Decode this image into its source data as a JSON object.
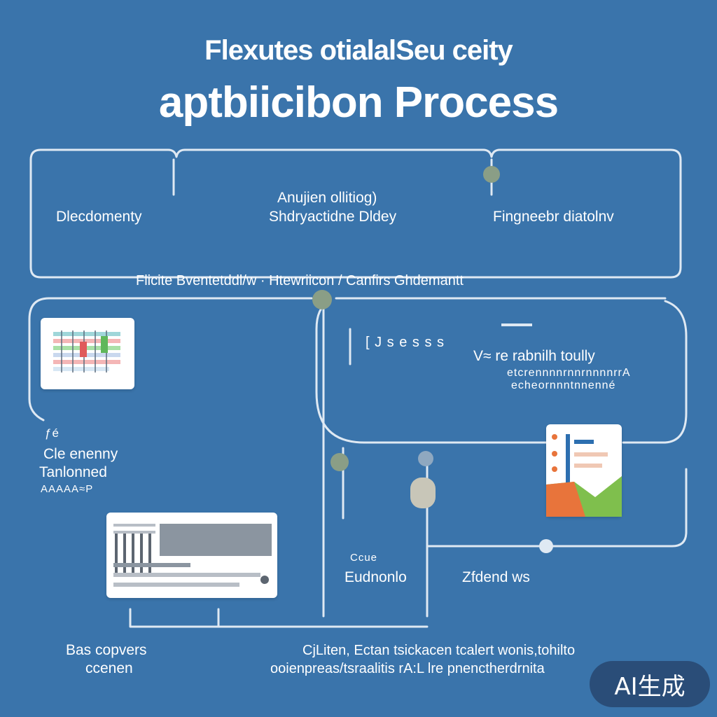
{
  "title": {
    "line1": "Flexutes otialalSeu ceity",
    "line2": "aptbiicibon Process"
  },
  "boxes": {
    "top": {
      "left_label": "Dlecdomenty",
      "center_label_1": "Anujien ollitiog)",
      "center_label_2": "Shdryactidne Dldey",
      "right_label": "Fingneebr diatolnv"
    },
    "connector_label": "Flicite Bventetddl/w · Htewriicon / Canfirs Ghdemantt",
    "middle": {
      "top_codes": "[ J s e s s s",
      "right_label_1": "V≈ re rabnilh toully",
      "right_label_2": "etcrennnnrnnrnnnnrrA",
      "right_label_3": "echeornnntnnenné"
    },
    "left_side": {
      "label_top": "ƒé",
      "label_1": "Cle enenny",
      "label_2": "Tanlonned",
      "label_3": "AAAAA≈P"
    },
    "bottom": {
      "center_small": "Ccue",
      "center_label": "Eudnonlo",
      "right_label": "Zfdend ws",
      "left_label_1": "Bas copvers",
      "left_label_2": "ccenen",
      "right_caption_1": "CjLiten, Ectan tsickacen tcalert wonis,tohilto",
      "right_caption_2": "ooienpreas/tsraalitis rA:L lre pnenctherdrnita"
    }
  },
  "watermark": "AI生成",
  "colors": {
    "background": "#3a74ab",
    "line": "#dfe9f3",
    "card": "#ffffff",
    "node_green": "#8a9e86",
    "node_blue": "#8fa8c0",
    "accent_orange": "#e8743b",
    "accent_green": "#7fbf4d"
  }
}
